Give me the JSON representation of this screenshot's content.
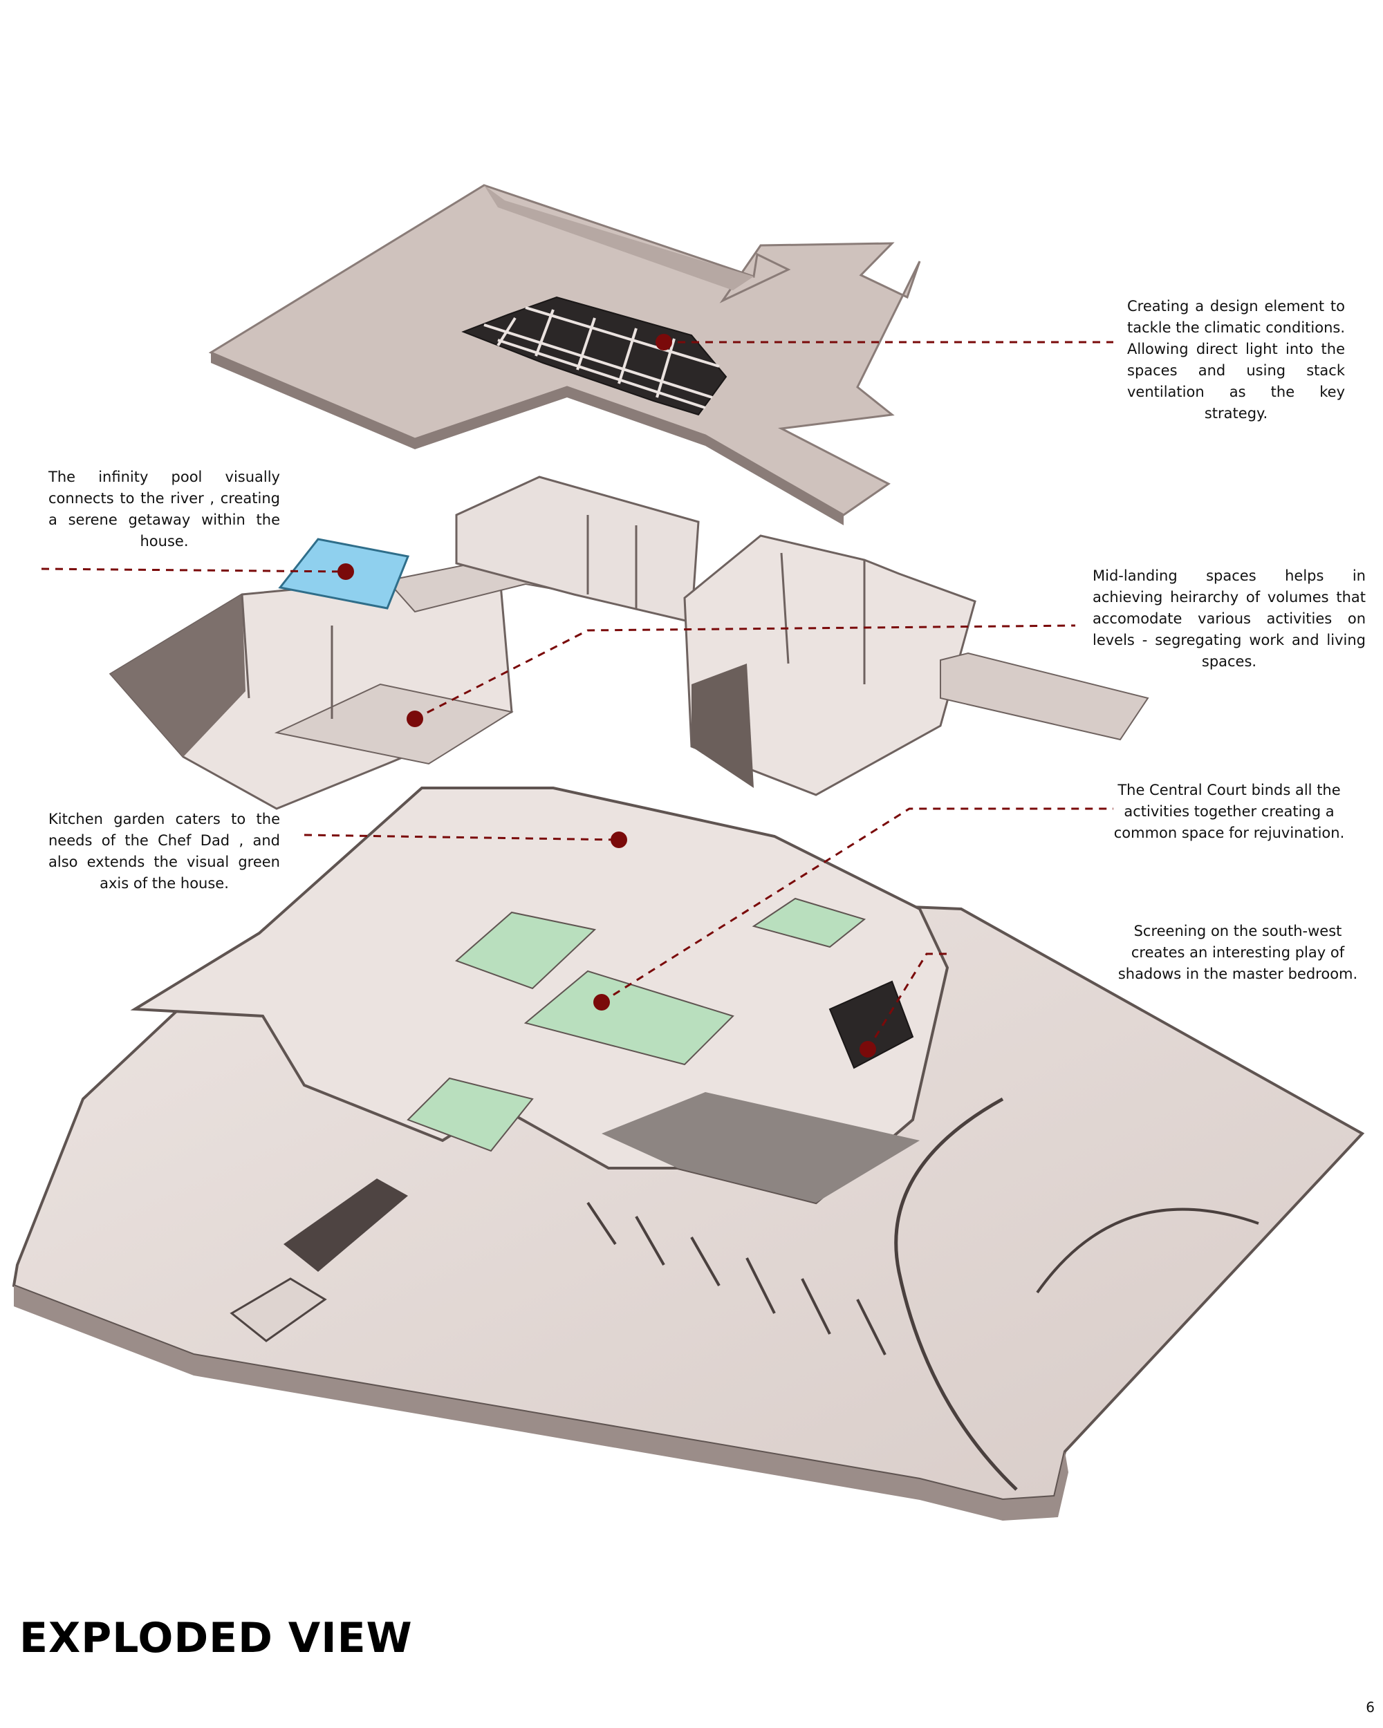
{
  "title": "EXPLODED VIEW",
  "page_number": "6",
  "colors": {
    "leader": "#7a0a0a",
    "marker": "#7a0a0a",
    "slab": "#cfc2bd",
    "wall": "#ebe3e0",
    "wall_dark": "#8a7c78",
    "pool": "#8fd0ee",
    "green": "#b9dfbe",
    "ground": "#e3d9d6"
  },
  "annotations": {
    "skylight": "Creating a design element to tackle the climatic conditions. Allowing direct light into the spaces and using stack ventilation as the key strategy.",
    "pool": "The infinity pool visually connects to the river , creating a serene getaway within the house.",
    "mid_landing": "Mid-landing spaces helps in achieving heirarchy of volumes that accomodate various activities on levels - segregating work and living spaces.",
    "central_court": "The Central Court binds all the activities together creating a common space for rejuvination.",
    "kitchen_garden": "Kitchen garden caters to the needs of the Chef Dad , and also extends the visual green axis of the house.",
    "screening": "Screening on the south-west creates an interesting play of shadows in the master bedroom."
  }
}
